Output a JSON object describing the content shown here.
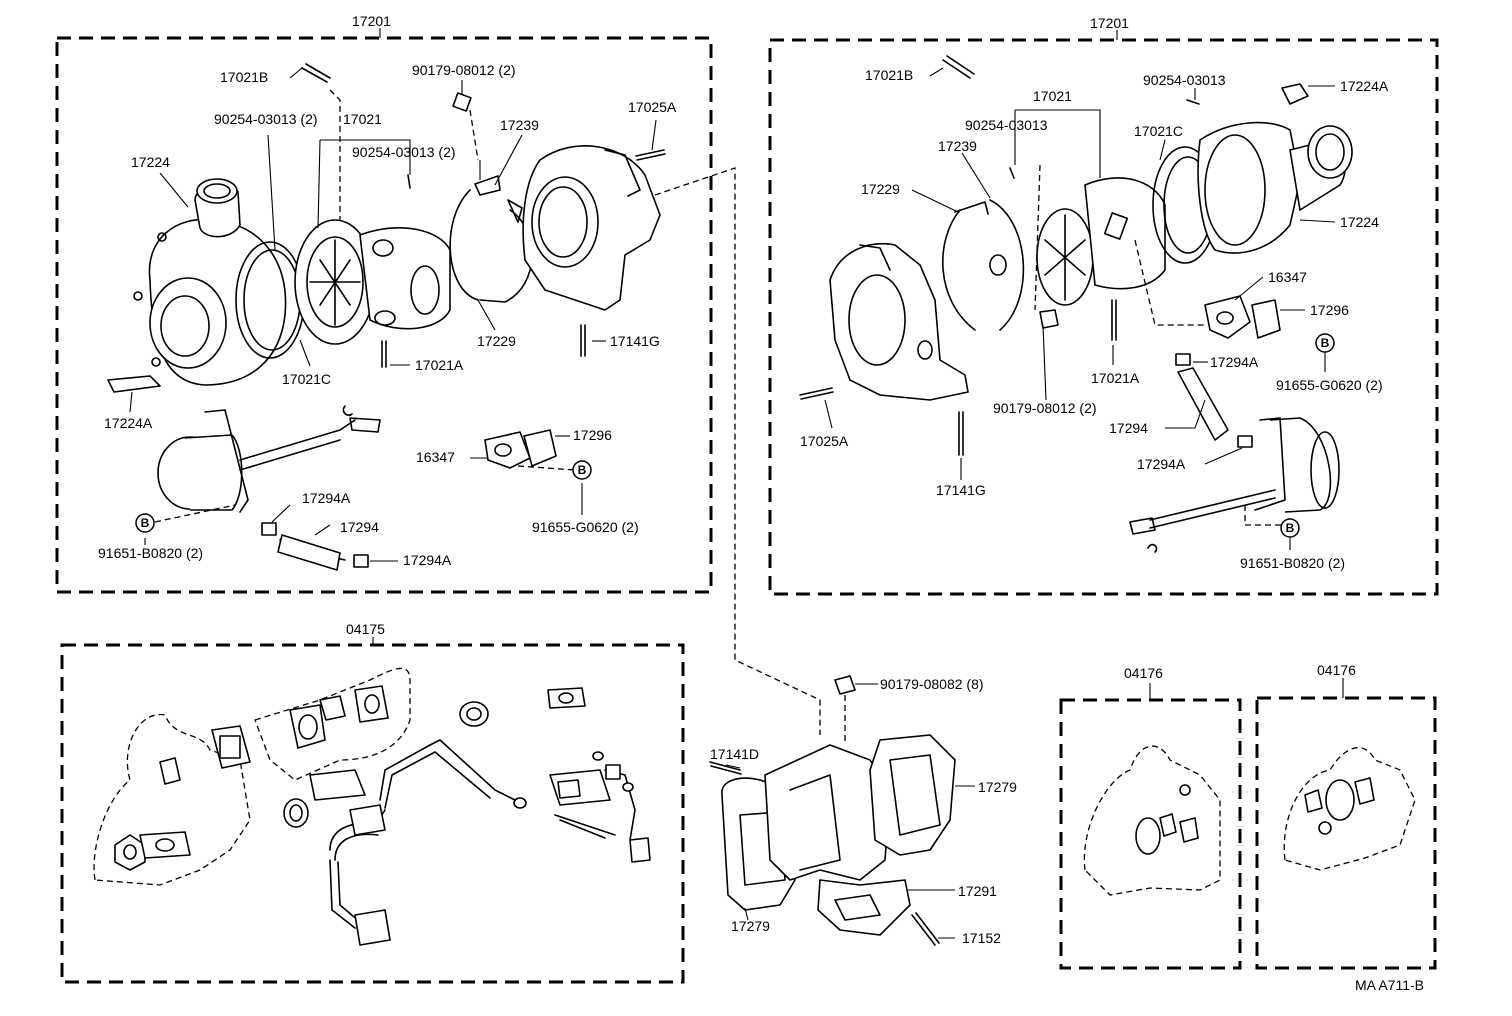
{
  "labels": {
    "l_17201_left": "17201",
    "l_17201_right": "17201",
    "l_17021B_left": "17021B",
    "l_90179_08012_left": "90179-08012 (2)",
    "l_90254_03013_left_a": "90254-03013 (2)",
    "l_17021_left": "17021",
    "l_17239_left": "17239",
    "l_17025A_left": "17025A",
    "l_17224_left": "17224",
    "l_90254_03013_left_b": "90254-03013 (2)",
    "l_17229_left": "17229",
    "l_17141G_left": "17141G",
    "l_17021C_left": "17021C",
    "l_17021A_left": "17021A",
    "l_17224A_left": "17224A",
    "l_17296_left": "17296",
    "l_16347_left": "16347",
    "l_17294A_left_a": "17294A",
    "l_17294_left": "17294",
    "l_17294A_left_b": "17294A",
    "l_91651_left": "91651-B0820 (2)",
    "l_91655_left": "91655-G0620 (2)",
    "l_17021B_right": "17021B",
    "l_90254_03013_right_a": "90254-03013",
    "l_17224A_right": "17224A",
    "l_17021_right": "17021",
    "l_90254_03013_right_b": "90254-03013",
    "l_17021C_right": "17021C",
    "l_17239_right": "17239",
    "l_17229_right": "17229",
    "l_17224_right": "17224",
    "l_16347_right": "16347",
    "l_17296_right": "17296",
    "l_17294A_right_a": "17294A",
    "l_91655_right": "91655-G0620 (2)",
    "l_17021A_right": "17021A",
    "l_90179_08012_right": "90179-08012 (2)",
    "l_17025A_right": "17025A",
    "l_17294_right": "17294",
    "l_17294A_right_b": "17294A",
    "l_17141G_right": "17141G",
    "l_91651_right": "91651-B0820 (2)",
    "l_04175": "04175",
    "l_90179_08082": "90179-08082 (8)",
    "l_17141D": "17141D",
    "l_17279_a": "17279",
    "l_17291": "17291",
    "l_17279_b": "17279",
    "l_17152": "17152",
    "l_04176_a": "04176",
    "l_04176_b": "04176",
    "diagram_code": "MA A711-B"
  },
  "markers": {
    "b": "B"
  }
}
